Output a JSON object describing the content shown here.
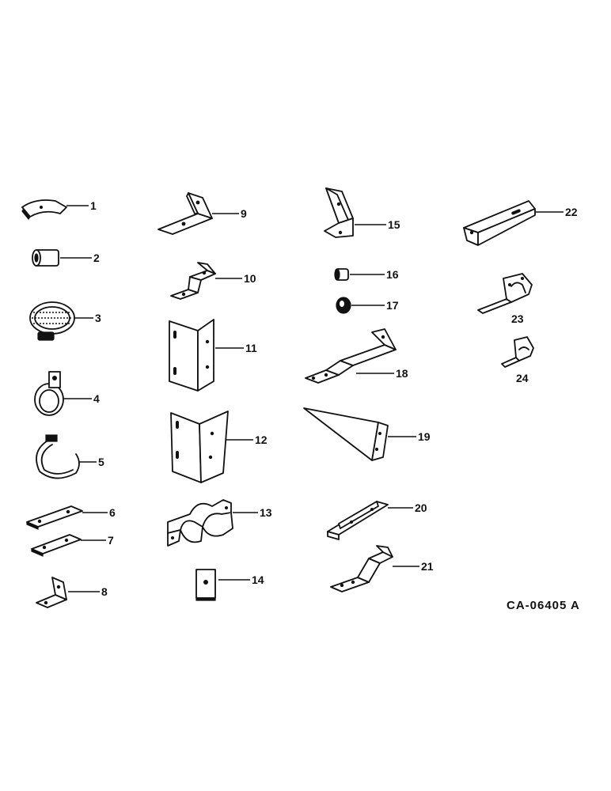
{
  "callouts": [
    "1",
    "2",
    "3",
    "4",
    "5",
    "6",
    "7",
    "8",
    "9",
    "10",
    "11",
    "12",
    "13",
    "14",
    "15",
    "16",
    "17",
    "18",
    "19",
    "20",
    "21",
    "22",
    "23",
    "24"
  ],
  "drawing_id": "CA-06405 A",
  "colors": {
    "ink": "#111111",
    "paper": "#ffffff"
  }
}
